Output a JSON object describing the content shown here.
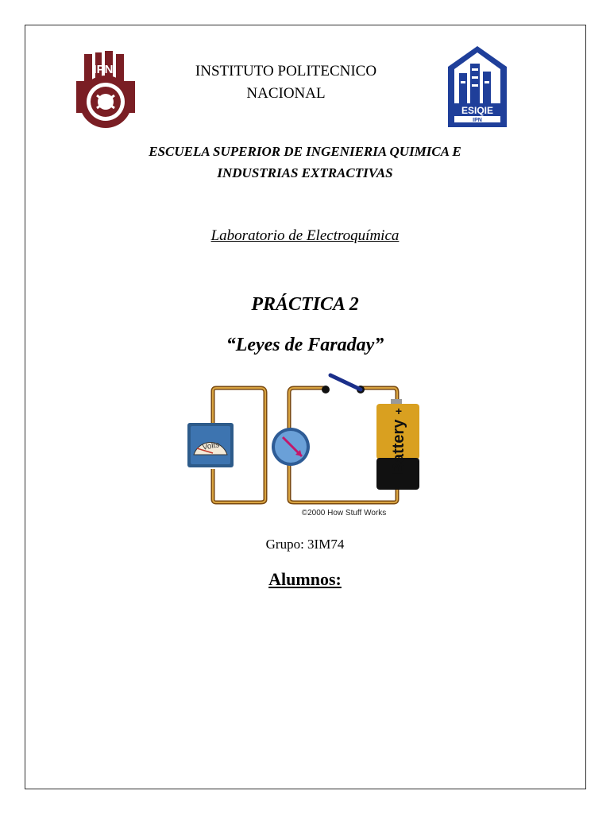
{
  "header": {
    "institute_line1": "INSTITUTO POLITECNICO",
    "institute_line2": "NACIONAL",
    "school_line1": "ESCUELA SUPERIOR DE INGENIERIA QUIMICA E",
    "school_line2": "INDUSTRIAS EXTRACTIVAS",
    "logo_left_text": "IPN",
    "logo_right_text": "ESIQIE",
    "logo_right_sub": "IPN"
  },
  "course": "Laboratorio de Electroquímica",
  "practice": {
    "title": "PRÁCTICA 2",
    "subtitle": "“Leyes de Faraday”"
  },
  "figure": {
    "meter_label": "Volts",
    "battery_label": "Battery",
    "battery_plus": "+",
    "battery_minus": "−",
    "credit": "©2000 How Stuff Works"
  },
  "group": "Grupo: 3IM74",
  "students_heading": "Alumnos:"
}
